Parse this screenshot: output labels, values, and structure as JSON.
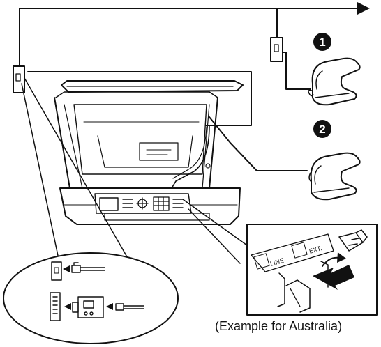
{
  "caption": "(Example for Australia)",
  "callouts": [
    {
      "number": "1"
    },
    {
      "number": "2"
    }
  ],
  "jack_labels": {
    "line": "LINE",
    "ext": "EXT."
  }
}
